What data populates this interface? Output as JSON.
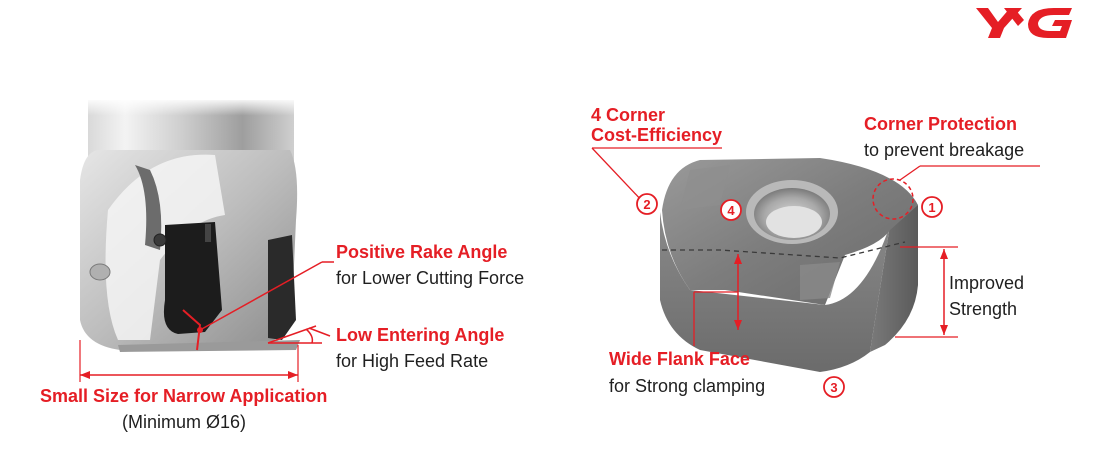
{
  "brand": {
    "logo_text": "YG",
    "accent": "#e51e25"
  },
  "left_tool": {
    "rake": {
      "title": "Positive Rake Angle",
      "desc": "for Lower Cutting Force"
    },
    "entering": {
      "title": "Low Entering Angle",
      "desc": "for High Feed Rate"
    },
    "size": {
      "title": "Small Size for Narrow Application",
      "desc": "(Minimum Ø16)"
    }
  },
  "insert": {
    "corners": {
      "title_line1": "4 Corner",
      "title_line2": "Cost-Efficiency"
    },
    "protection": {
      "title": "Corner Protection",
      "desc": "to prevent breakage"
    },
    "strength": {
      "line1": "Improved",
      "line2": "Strength"
    },
    "flank": {
      "title": "Wide Flank Face",
      "desc": "for Strong clamping"
    },
    "corner_numbers": [
      "1",
      "2",
      "3",
      "4"
    ]
  }
}
